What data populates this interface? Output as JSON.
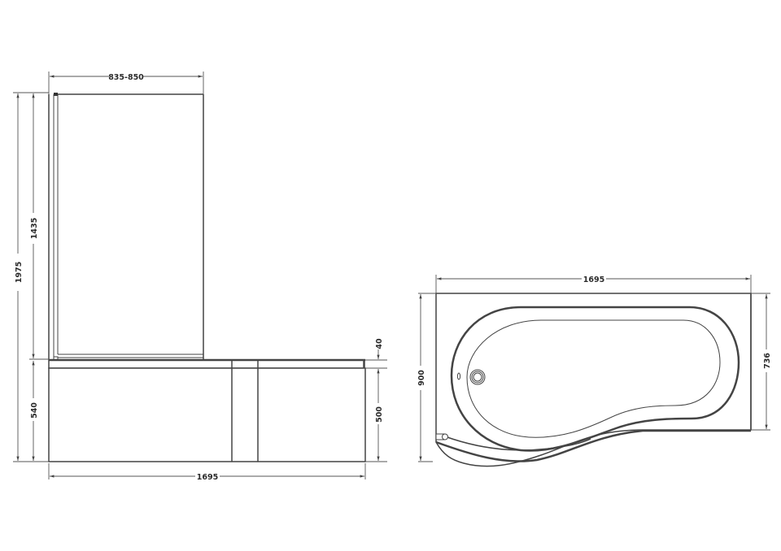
{
  "drawing": {
    "subject": "P-shaped shower bath with bath screen and front panel",
    "units": "mm",
    "front_elevation": {
      "screen_width_label": "835-850",
      "overall_height_label": "1975",
      "screen_height_label": "1435",
      "bath_height_label": "540",
      "rim_height_label": "40",
      "panel_height_label": "500",
      "bath_length_label": "1695"
    },
    "plan_view": {
      "length_label": "1695",
      "max_width_label": "900",
      "narrow_width_label": "736"
    },
    "colors": {
      "line": "#444444",
      "text": "#2b2b2b",
      "background": "#ffffff"
    }
  }
}
